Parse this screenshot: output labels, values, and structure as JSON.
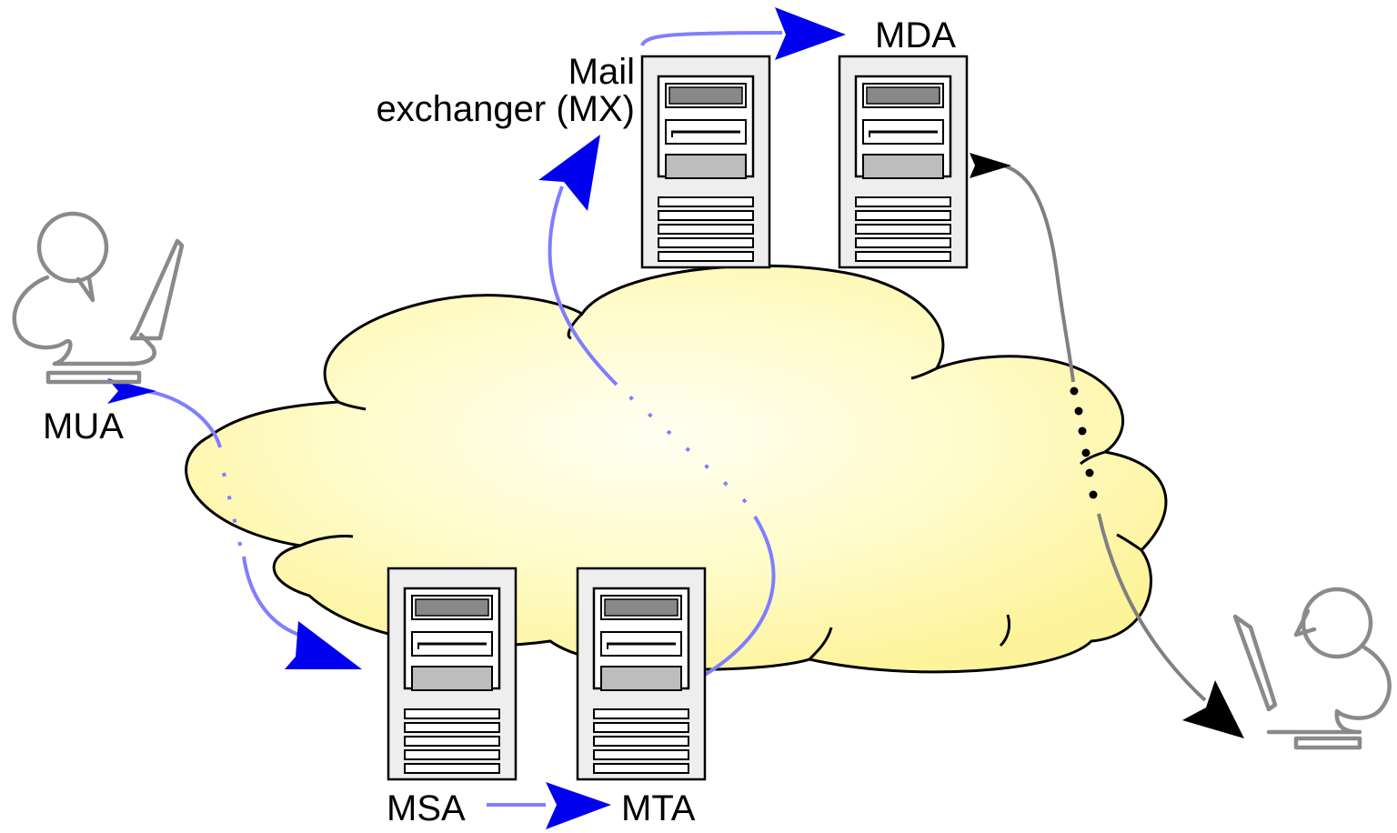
{
  "labels": {
    "mua": "MUA",
    "msa": "MSA",
    "mta": "MTA",
    "mx_line1": "Mail",
    "mx_line2": "exchanger (MX)",
    "mda": "MDA"
  },
  "colors": {
    "cloud_fill_center": "#fffff0",
    "cloud_fill_edge": "#fdf59a",
    "arrow_blue": "#0000ee",
    "path_blue": "#7e7eff",
    "path_gray": "#808080",
    "server_face": "#eeeeee",
    "server_bay_dark": "#888888",
    "server_bay_light": "#bdbdbd",
    "user_outline": "#8a8a8a"
  }
}
